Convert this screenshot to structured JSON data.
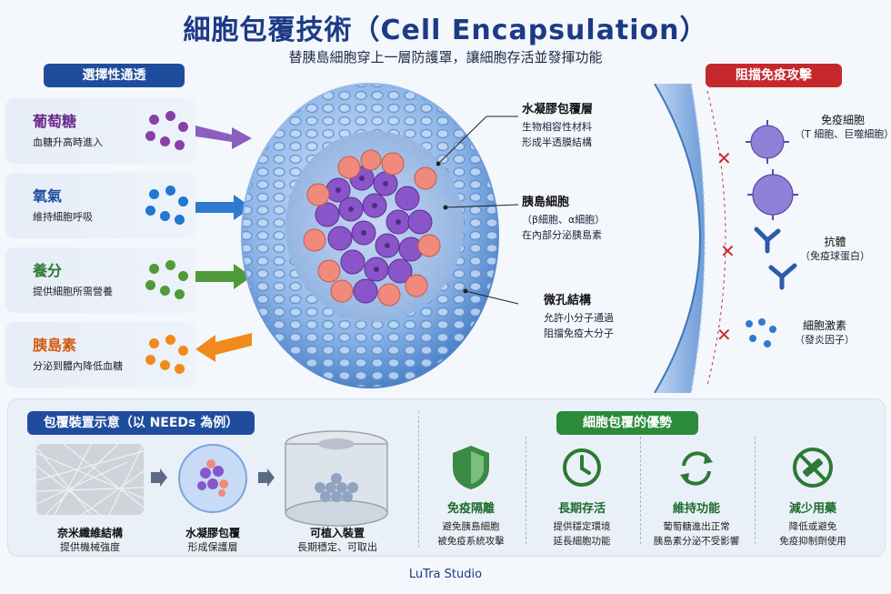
{
  "title": "細胞包覆技術（Cell Encapsulation）",
  "subtitle": "替胰島細胞穿上一層防護罩，讓細胞存活並發揮功能",
  "selective": {
    "heading": "選擇性通透",
    "items": [
      {
        "title": "葡萄糖",
        "desc": "血糖升高時進入",
        "color": "#6a2a8c",
        "dot_color": "#8a3fa8"
      },
      {
        "title": "氧氣",
        "desc": "維持細胞呼吸",
        "color": "#1f4d9e",
        "dot_color": "#1f78d1"
      },
      {
        "title": "養分",
        "desc": "提供細胞所需營養",
        "color": "#2c7a2e",
        "dot_color": "#4f9a3a"
      },
      {
        "title": "胰島素",
        "desc": "分泌到體內降低血糖",
        "color": "#d35a0e",
        "dot_color": "#f08a1c"
      }
    ]
  },
  "callouts": {
    "hydrogel": {
      "title": "水凝膠包覆層",
      "lines": [
        "生物相容性材料",
        "形成半透膜結構"
      ]
    },
    "islet": {
      "title": "胰島細胞",
      "lines": [
        "（β細胞、α細胞）",
        "在內部分泌胰島素"
      ]
    },
    "micropore": {
      "title": "微孔結構",
      "lines": [
        "允許小分子通過",
        "阻擋免疫大分子"
      ]
    }
  },
  "immune": {
    "heading": "阻擋免疫攻擊",
    "items": [
      {
        "title": "免疫細胞",
        "desc": "（T 細胞、巨噬細胞）"
      },
      {
        "title": "抗體",
        "desc": "（免疫球蛋白）"
      },
      {
        "title": "細胞激素",
        "desc": "（發炎因子）"
      }
    ],
    "block_mark": "✕"
  },
  "device": {
    "heading": "包覆裝置示意（以 NEEDs 為例）",
    "steps": [
      {
        "title": "奈米纖維結構",
        "desc": "提供機械強度"
      },
      {
        "title": "水凝膠包覆",
        "desc": "形成保護層"
      },
      {
        "title": "可植入裝置",
        "desc": "長期穩定、可取出"
      }
    ]
  },
  "advantages": {
    "heading": "細胞包覆的優勢",
    "items": [
      {
        "icon": "shield-icon",
        "title": "免疫隔離",
        "desc": [
          "避免胰島細胞",
          "被免疫系統攻擊"
        ]
      },
      {
        "icon": "clock-icon",
        "title": "長期存活",
        "desc": [
          "提供穩定環境",
          "延長細胞功能"
        ]
      },
      {
        "icon": "recycle-icon",
        "title": "維持功能",
        "desc": [
          "葡萄糖進出正常",
          "胰島素分泌不受影響"
        ]
      },
      {
        "icon": "no-syringe-icon",
        "title": "減少用藥",
        "desc": [
          "降低或避免",
          "免疫抑制劑使用"
        ]
      }
    ]
  },
  "footer": "LuTra Studio",
  "colors": {
    "accent_blue": "#1f4d9e",
    "accent_red": "#c5282c",
    "accent_green": "#2c8a3b"
  }
}
